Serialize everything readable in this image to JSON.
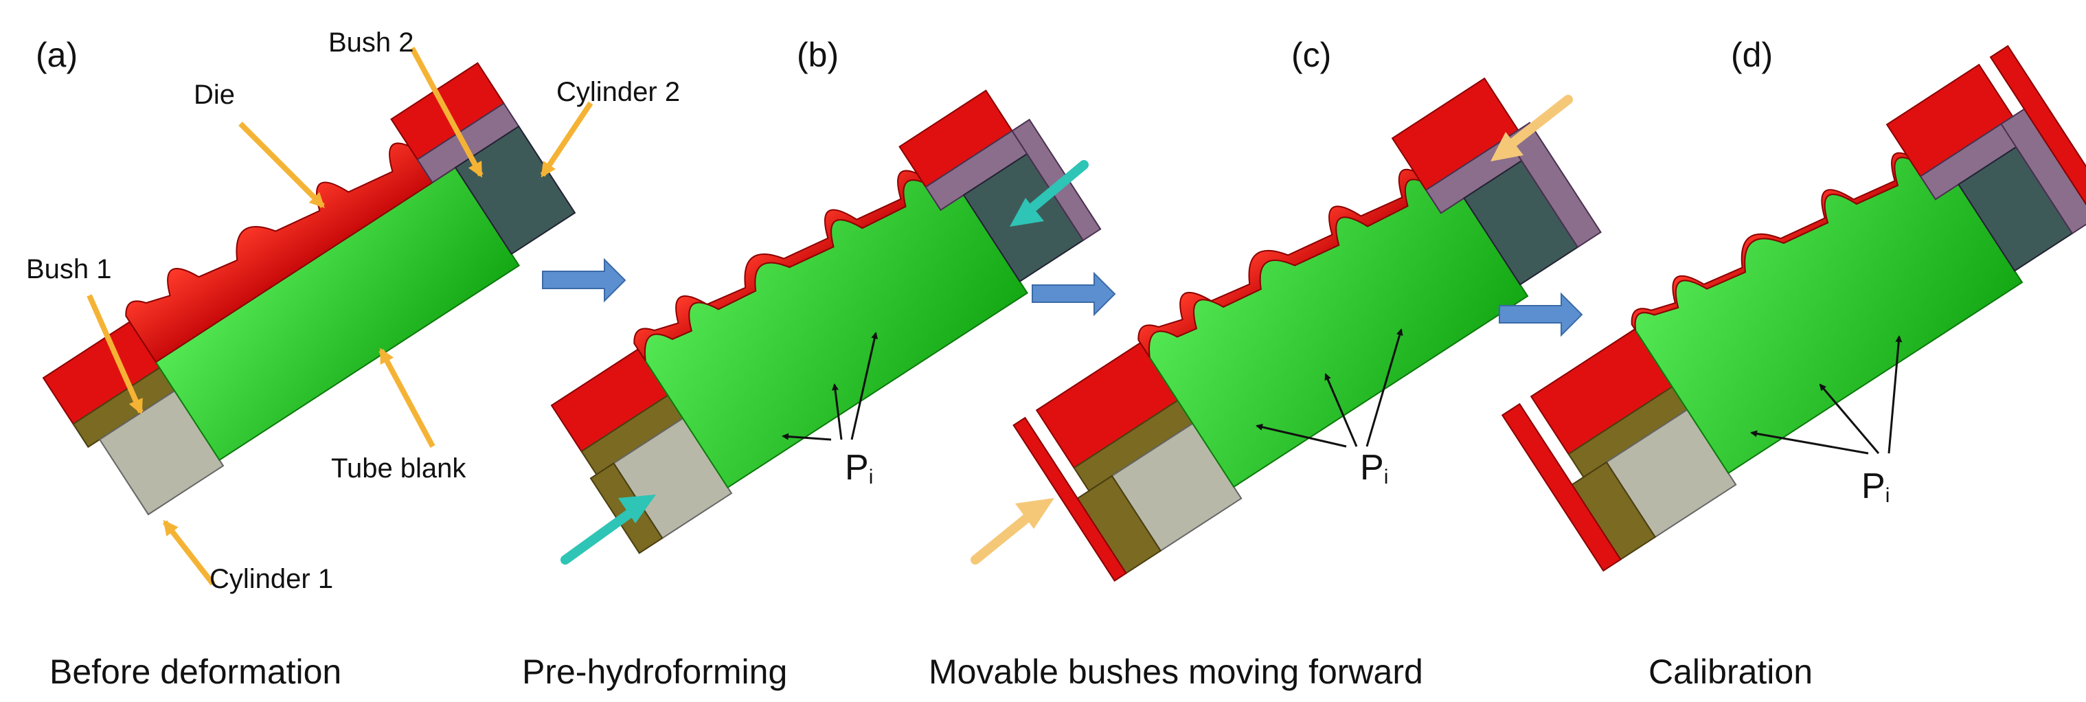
{
  "panels": [
    {
      "tag": "(a)",
      "caption": "Before deformation"
    },
    {
      "tag": "(b)",
      "caption": "Pre-hydroforming"
    },
    {
      "tag": "(c)",
      "caption": "Movable bushes moving forward"
    },
    {
      "tag": "(d)",
      "caption": "Calibration"
    }
  ],
  "parts": {
    "die": "Die",
    "bush1": "Bush 1",
    "bush2": "Bush 2",
    "cylinder1": "Cylinder 1",
    "cylinder2": "Cylinder 2",
    "tube_blank": "Tube blank"
  },
  "pressure": {
    "symbol": "P",
    "subscript": "i"
  },
  "colors": {
    "die": "#e01010",
    "tube": "#22cc22",
    "bush": "#7a6a22",
    "cylinder_light": "#b8b8a8",
    "cylinder_dark": "#3e5a58",
    "bush_purple": "#8a6e8c",
    "callout_arrow": "#f5b335",
    "motion_arrow": "#2ec4b6",
    "flow_arrow": "#5b8fd0"
  }
}
